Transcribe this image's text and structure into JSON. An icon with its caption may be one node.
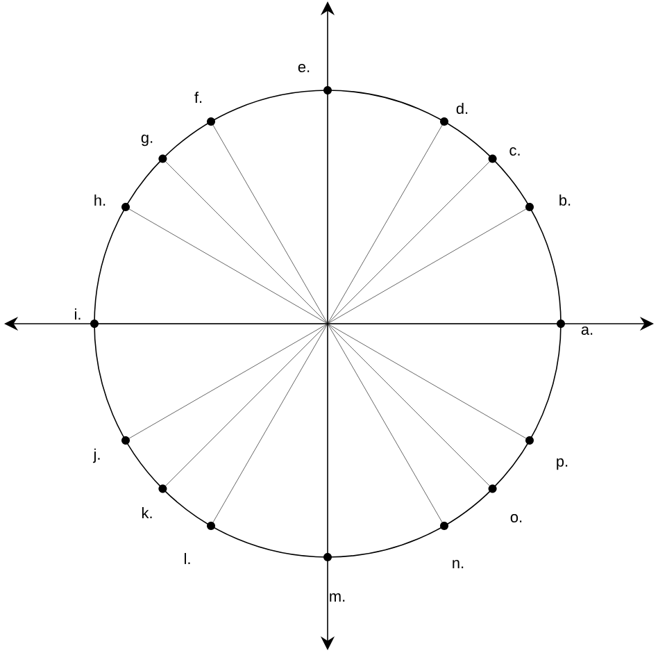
{
  "diagram": {
    "labels": [
      "e.",
      "f.",
      "d.",
      "g.",
      "c.",
      "h.",
      "b.",
      "i.",
      "a.",
      "j.",
      "p.",
      "k.",
      "o.",
      "l.",
      "n.",
      "m."
    ]
  }
}
